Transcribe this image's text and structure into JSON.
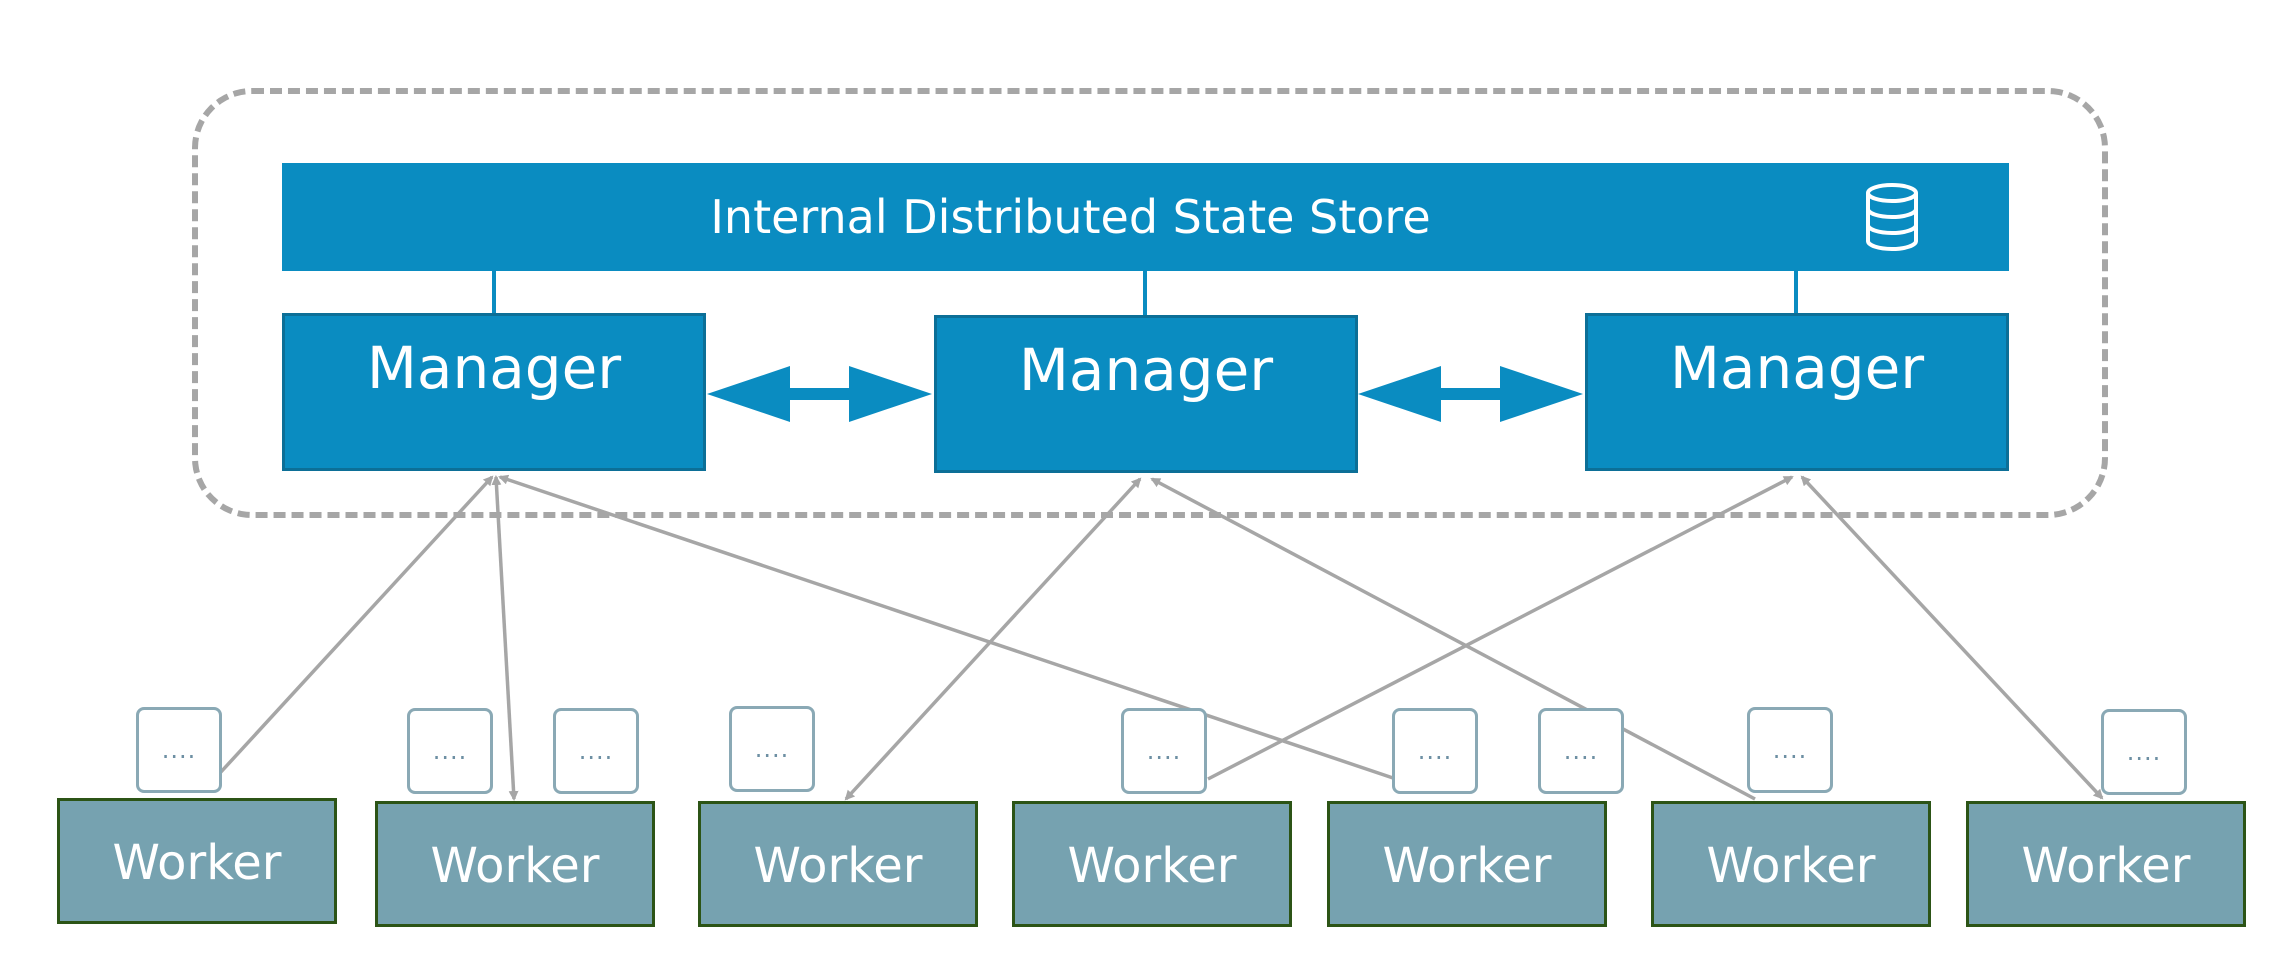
{
  "store": {
    "label": "Internal Distributed State Store",
    "icon": "database-icon"
  },
  "managers": [
    {
      "label": "Manager"
    },
    {
      "label": "Manager"
    },
    {
      "label": "Manager"
    }
  ],
  "workers": [
    {
      "label": "Worker"
    },
    {
      "label": "Worker"
    },
    {
      "label": "Worker"
    },
    {
      "label": "Worker"
    },
    {
      "label": "Worker"
    },
    {
      "label": "Worker"
    },
    {
      "label": "Worker"
    }
  ],
  "tasks": [
    {
      "label": "...."
    },
    {
      "label": "...."
    },
    {
      "label": "...."
    },
    {
      "label": "...."
    },
    {
      "label": "...."
    },
    {
      "label": "...."
    },
    {
      "label": "...."
    },
    {
      "label": "...."
    },
    {
      "label": "...."
    }
  ],
  "colors": {
    "manager_fill": "#0a8cc1",
    "worker_fill": "#76a2b0",
    "worker_border": "#2c5416",
    "connector": "#a6a6a6",
    "cluster_border": "#a6a6a6"
  }
}
